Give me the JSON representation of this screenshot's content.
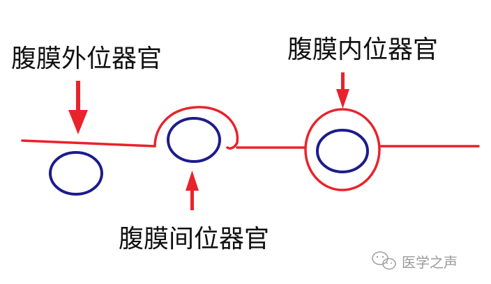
{
  "labels": {
    "retroperitoneal": "腹膜外位器官",
    "intraperitoneal": "腹膜内位器官",
    "interperitoneal": "腹膜间位器官"
  },
  "watermark": {
    "text": "医学之声",
    "icon": "wechat-icon"
  },
  "colors": {
    "peritoneum": "#e8232b",
    "organ": "#1c1c8c",
    "arrow": "#e8232b",
    "text": "#111111",
    "watermark": "#9a9a9a"
  }
}
